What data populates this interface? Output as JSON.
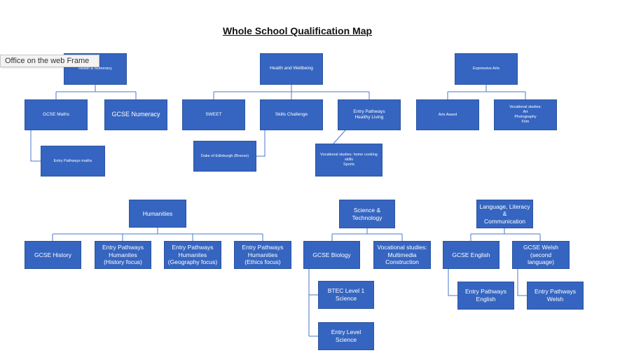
{
  "title": "Whole School Qualification Map",
  "tooltip": "Office on the web Frame",
  "nodes": {
    "health_numeracy": "Health & Numeracy",
    "gcse_maths": "GCSE Maths",
    "gcse_numeracy": "GCSE Numeracy",
    "entry_maths": "Entry Pathways  maths",
    "health_wellbeing": "Health and Wellbeing",
    "sweet": "SWEET",
    "skills_challenge": "Skills Challenge",
    "entry_healthy": "Entry Pathways\nHealthy Living",
    "duke": "Duke of Edinburgh (Bronze)",
    "voc_home": "Vocational studies: home cooking skills\nSports",
    "expressive_arts": "Expressive Arts",
    "arts_award": "Arts Award",
    "voc_art": "Vocational studies:\nArt\nPhotography\nFilm",
    "humanities": "Humanities",
    "gcse_history": "GCSE History",
    "entry_history": "Entry Pathways\nHumanites\n(History focus)",
    "entry_geography": "Entry Pathways\nHumanites\n(Geography focus)",
    "entry_ethics": "Entry Pathways\nHumanities\n(Ethics focus)",
    "science": "Science &\nTechnology",
    "gcse_biology": "GCSE Biology",
    "voc_multimedia": "Vocational studies:\nMultimedia\nConstruction",
    "btec": "BTEC Level 1 Science",
    "entry_science": "Entry Level Science",
    "language": "Language, Literacy &\nCommunication",
    "gcse_english": "GCSE English",
    "gcse_welsh": "GCSE Welsh (second\nlanguage)",
    "entry_english": "Entry Pathways\nEnglish",
    "entry_welsh": "Entry Pathways\nWelsh"
  }
}
